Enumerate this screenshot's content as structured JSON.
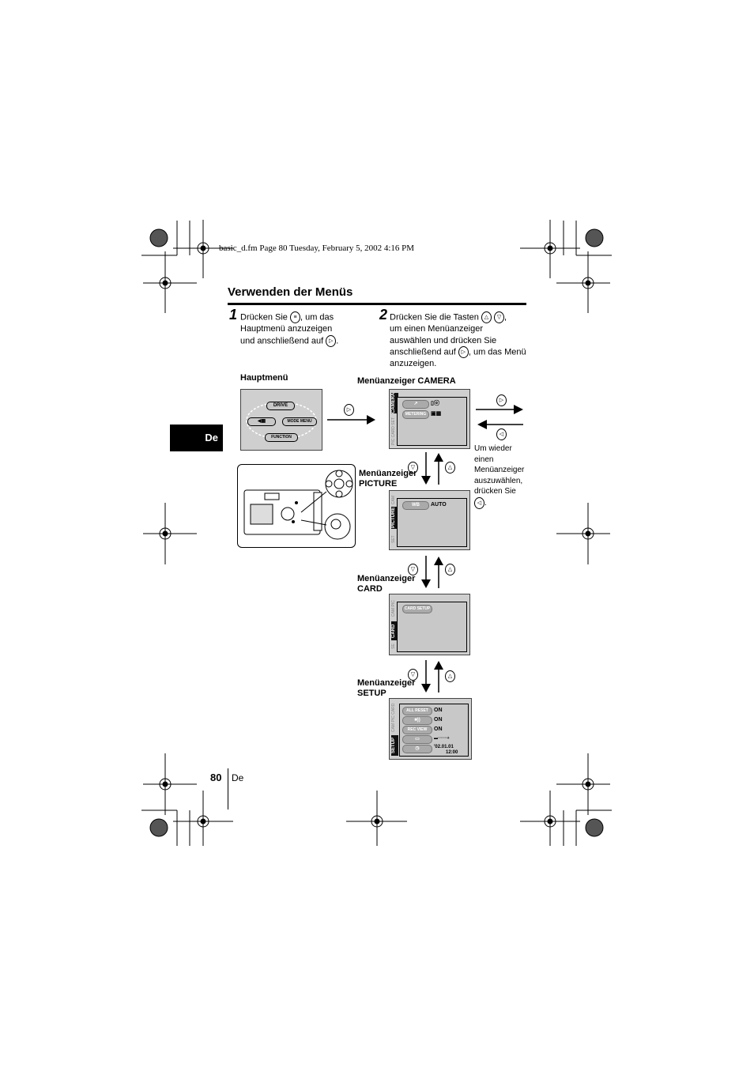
{
  "header": {
    "file_info": "basic_d.fm  Page 80  Tuesday, February 5, 2002  4:16 PM"
  },
  "title": "Verwenden der Menüs",
  "step1": {
    "number": "1",
    "text_a": "Drücken Sie",
    "text_b": ", um das",
    "text_c": "Hauptmenü anzuzeigen",
    "text_d": "und anschließend auf",
    "text_e": "."
  },
  "step2": {
    "number": "2",
    "text_a": "Drücken Sie die Tasten",
    "text_b": ",",
    "text_c": "um einen Menüanzeiger",
    "text_d": "auswählen und drücken Sie",
    "text_e": "anschließend auf",
    "text_f": ", um das Menü",
    "text_g": "anzuzeigen."
  },
  "labels": {
    "hauptmenu": "Hauptmenü",
    "camera": "Menüanzeiger CAMERA",
    "picture_1": "Menüanzeiger",
    "picture_2": "PICTURE",
    "card_1": "Menüanzeiger",
    "card_2": "CARD",
    "setup_1": "Menüanzeiger",
    "setup_2": "SETUP"
  },
  "note": [
    "Um wieder",
    "einen",
    "Menüanzeiger",
    "auszuwählen,",
    "drücken Sie"
  ],
  "main_menu": {
    "drive": "DRIVE",
    "mode_menu": "MODE MENU",
    "function": "FUNCTION"
  },
  "screens": {
    "camera": {
      "tab": "CAMERA",
      "row1_value": "▯ⓞ",
      "row2_label": "METERING",
      "row2_value": "▣▦"
    },
    "picture": {
      "tab": "PICTURE",
      "row1_label": "WB",
      "row1_value": "AUTO"
    },
    "card": {
      "tab": "CARD",
      "row1_label": "CARD SETUP"
    },
    "setup": {
      "tab": "SETUP",
      "r1_label": "ALL RESET",
      "r1_value": "ON",
      "r2_value": "ON",
      "r3_label": "REC VIEW",
      "r3_value": "ON",
      "date": "'02.01.01",
      "time": "12:00"
    }
  },
  "side_tab": "De",
  "footer": {
    "page_number": "80",
    "lang": "De"
  },
  "icons": {
    "menu_button": "menu-ok-icon",
    "right": "arrow-right-icon",
    "left": "arrow-left-icon",
    "up": "arrow-up-icon",
    "down": "arrow-down-icon"
  }
}
